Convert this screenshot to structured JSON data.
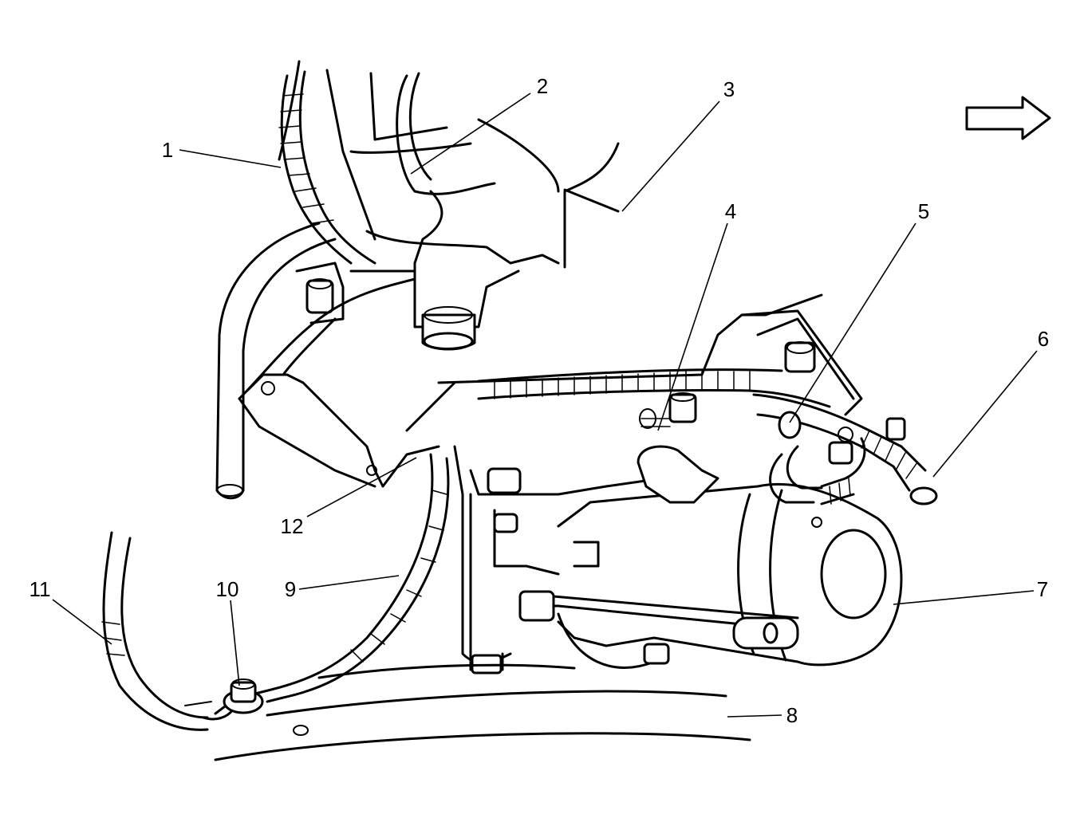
{
  "callouts": [
    {
      "id": "1",
      "label": "1"
    },
    {
      "id": "2",
      "label": "2"
    },
    {
      "id": "3",
      "label": "3"
    },
    {
      "id": "4",
      "label": "4"
    },
    {
      "id": "5",
      "label": "5"
    },
    {
      "id": "6",
      "label": "6"
    },
    {
      "id": "7",
      "label": "7"
    },
    {
      "id": "8",
      "label": "8"
    },
    {
      "id": "9",
      "label": "9"
    },
    {
      "id": "10",
      "label": "10"
    },
    {
      "id": "11",
      "label": "11"
    },
    {
      "id": "12",
      "label": "12"
    }
  ],
  "icons": {
    "direction_arrow": "right-arrow-icon"
  }
}
